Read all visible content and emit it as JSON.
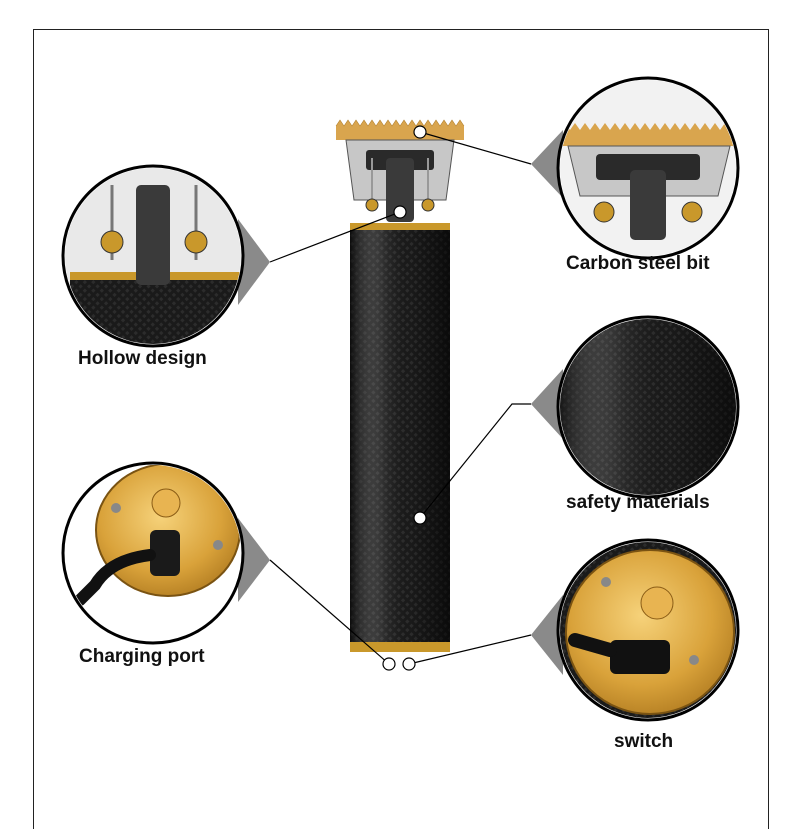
{
  "features": [
    {
      "key": "hollow",
      "label": "Hollow design"
    },
    {
      "key": "carbon",
      "label": "Carbon steel bit"
    },
    {
      "key": "safety",
      "label": "safety materials"
    },
    {
      "key": "charging",
      "label": "Charging port"
    },
    {
      "key": "switch",
      "label": "switch"
    }
  ],
  "colors": {
    "body": "#141414",
    "gold": "#c9982b",
    "blade": "#d7a24b",
    "outline": "#000000",
    "callout_grey": "#8a8a8a"
  }
}
